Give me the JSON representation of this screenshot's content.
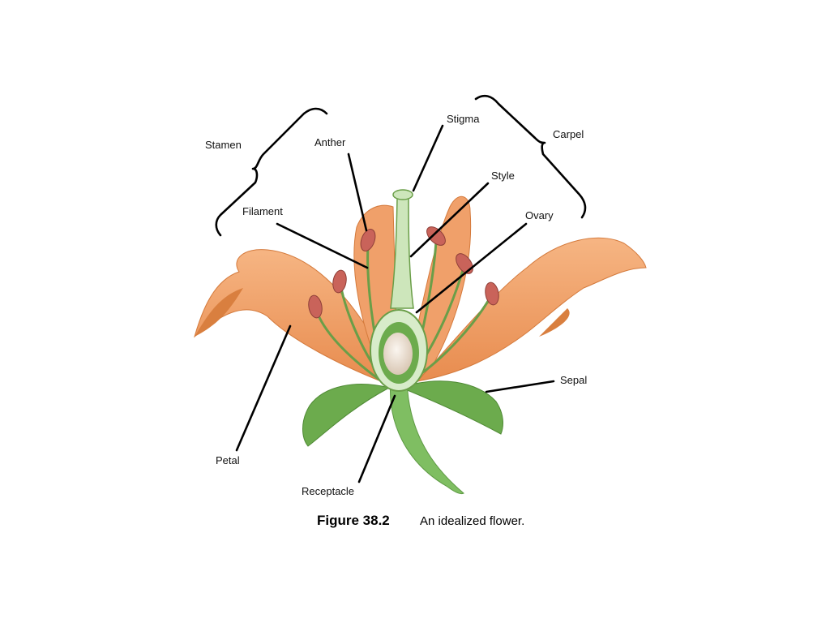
{
  "labels": {
    "stamen": "Stamen",
    "anther": "Anther",
    "filament": "Filament",
    "stigma": "Stigma",
    "carpel": "Carpel",
    "style": "Style",
    "ovary": "Ovary",
    "sepal": "Sepal",
    "petal": "Petal",
    "receptacle": "Receptacle"
  },
  "caption": {
    "number": "Figure 38.2",
    "text": "An idealized flower."
  },
  "colors": {
    "petal": "#f2a26a",
    "petal_shade": "#d97f3f",
    "sepal": "#6cab4d",
    "stem": "#7fbe62",
    "anther": "#c9635a",
    "ovule": "#efe6dc"
  }
}
